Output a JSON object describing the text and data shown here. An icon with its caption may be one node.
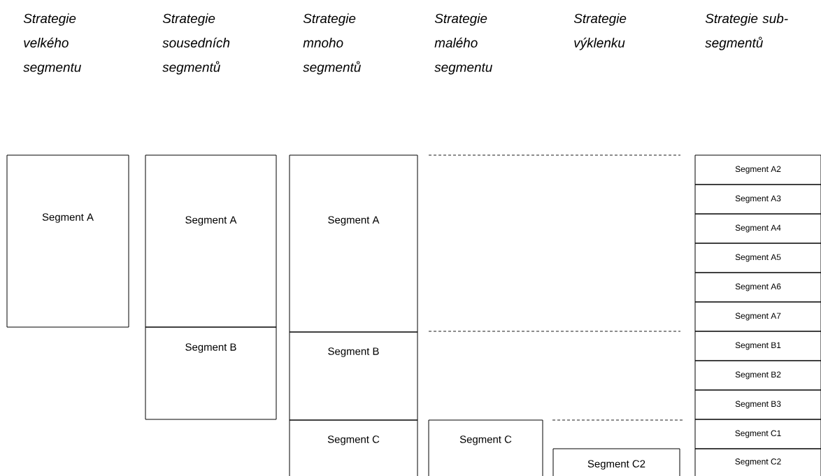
{
  "diagram": {
    "nodes": [
      {
        "text": [
          "Segment A"
        ]
      },
      {
        "text": [
          "Segment A"
        ]
      },
      {
        "text": [
          "Segment B"
        ]
      },
      {
        "text": [
          "Segment A"
        ]
      },
      {
        "text": [
          "Segment B"
        ]
      },
      {
        "text": [
          "Segment C"
        ]
      },
      {
        "text": [
          "Segment C"
        ]
      },
      {
        "text": [
          "Segment C2"
        ]
      },
      {
        "text": [
          "Segment A2"
        ]
      },
      {
        "text": [
          "Segment A3"
        ]
      },
      {
        "text": [
          "Segment A4"
        ]
      },
      {
        "text": [
          "Segment A5"
        ]
      },
      {
        "text": [
          "Segment A6"
        ]
      },
      {
        "text": [
          "Segment A7"
        ]
      },
      {
        "text": [
          "Segment B1"
        ]
      },
      {
        "text": [
          "Segment B2"
        ]
      },
      {
        "text": [
          "Segment B3"
        ]
      },
      {
        "text": [
          "Segment C1"
        ]
      },
      {
        "text": [
          "Segment C2"
        ]
      }
    ],
    "labels": [
      "Strategie velkého segmentu",
      "Strategie sousedních segmentů",
      "Strategie mnoho segmentů",
      "Strategie malého segmentu",
      "Strategie výklenku",
      "Strategie sub-segmentů"
    ]
  }
}
